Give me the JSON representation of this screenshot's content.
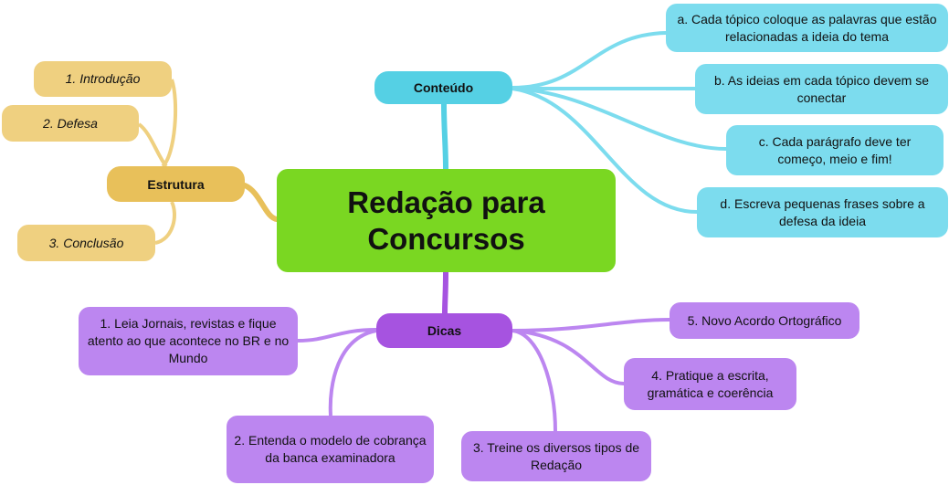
{
  "center": {
    "title": "Redação para Concursos"
  },
  "colors": {
    "center": "#7ad722",
    "estrutura": "#e8c05a",
    "conteudo": "#55d0e4",
    "dicas": "#a653e0",
    "estrutura_leaf": "#efd080",
    "conteudo_leaf": "#7cdcee",
    "dicas_leaf": "#bc86f0"
  },
  "branches": {
    "estrutura": {
      "label": "Estrutura",
      "items": [
        "1. Introdução",
        "2. Defesa",
        "3. Conclusão"
      ]
    },
    "conteudo": {
      "label": "Conteúdo",
      "items": [
        "a. Cada tópico coloque as palavras que estão relacionadas a ideia do tema",
        "b. As ideias em cada tópico devem se conectar",
        "c. Cada parágrafo deve ter começo, meio e fim!",
        "d. Escreva pequenas frases sobre a defesa da ideia"
      ]
    },
    "dicas": {
      "label": "Dicas",
      "items": [
        "1. Leia Jornais, revistas e fique atento ao que acontece no BR e no Mundo",
        "2. Entenda o modelo de cobrança da banca examinadora",
        "3. Treine os diversos tipos de Redação",
        "4. Pratique a escrita, gramática e coerência",
        "5. Novo Acordo Ortográfico"
      ]
    }
  }
}
